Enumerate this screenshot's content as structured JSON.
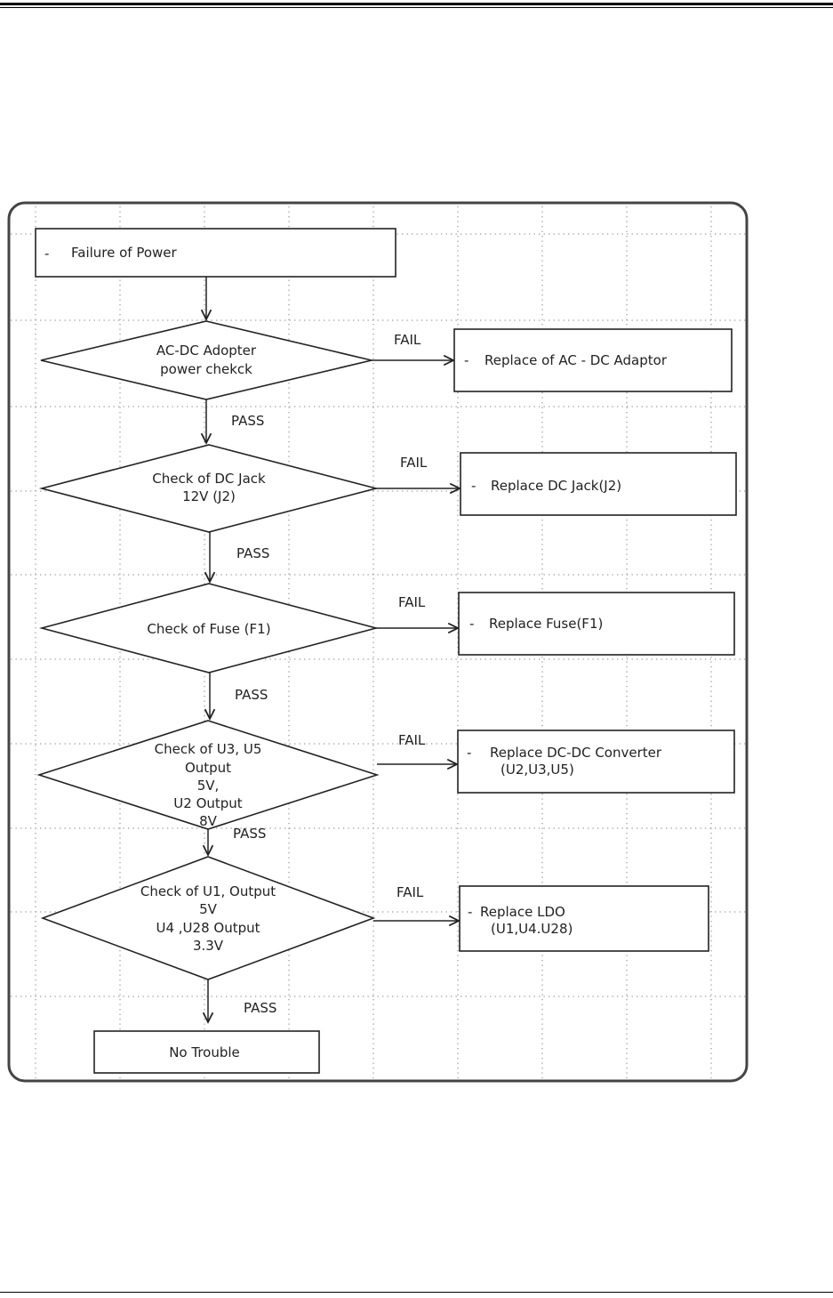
{
  "colors": {
    "ink": "#222222",
    "frame": "#444444",
    "grid": "#9a9a9a",
    "paper": "#ffffff"
  },
  "start": {
    "bullet": "-",
    "label": "Failure of Power"
  },
  "decisions": [
    {
      "lines": [
        "AC-DC Adopter",
        "power chekck"
      ]
    },
    {
      "lines": [
        "Check of DC Jack",
        "12V (J2)"
      ]
    },
    {
      "lines": [
        "Check of Fuse (F1)"
      ]
    },
    {
      "lines": [
        "Check of U3, U5",
        "Output",
        "5V,",
        "U2 Output",
        "8V"
      ]
    },
    {
      "lines": [
        "Check of U1, Output",
        "5V",
        "U4 ,U28 Output",
        "3.3V"
      ]
    }
  ],
  "actions": [
    {
      "bullet": "-",
      "lines": [
        "Replace of AC - DC Adaptor"
      ]
    },
    {
      "bullet": "-",
      "lines": [
        "Replace DC Jack(J2)"
      ]
    },
    {
      "bullet": "-",
      "lines": [
        "Replace Fuse(F1)"
      ]
    },
    {
      "bullet": "-",
      "lines": [
        "Replace DC-DC Converter",
        "(U2,U3,U5)"
      ]
    },
    {
      "bullet": "-",
      "lines": [
        "Replace LDO",
        "(U1,U4.U28)"
      ]
    }
  ],
  "edge_labels": {
    "fail": "FAIL",
    "pass": "PASS"
  },
  "end": {
    "label": "No Trouble"
  }
}
